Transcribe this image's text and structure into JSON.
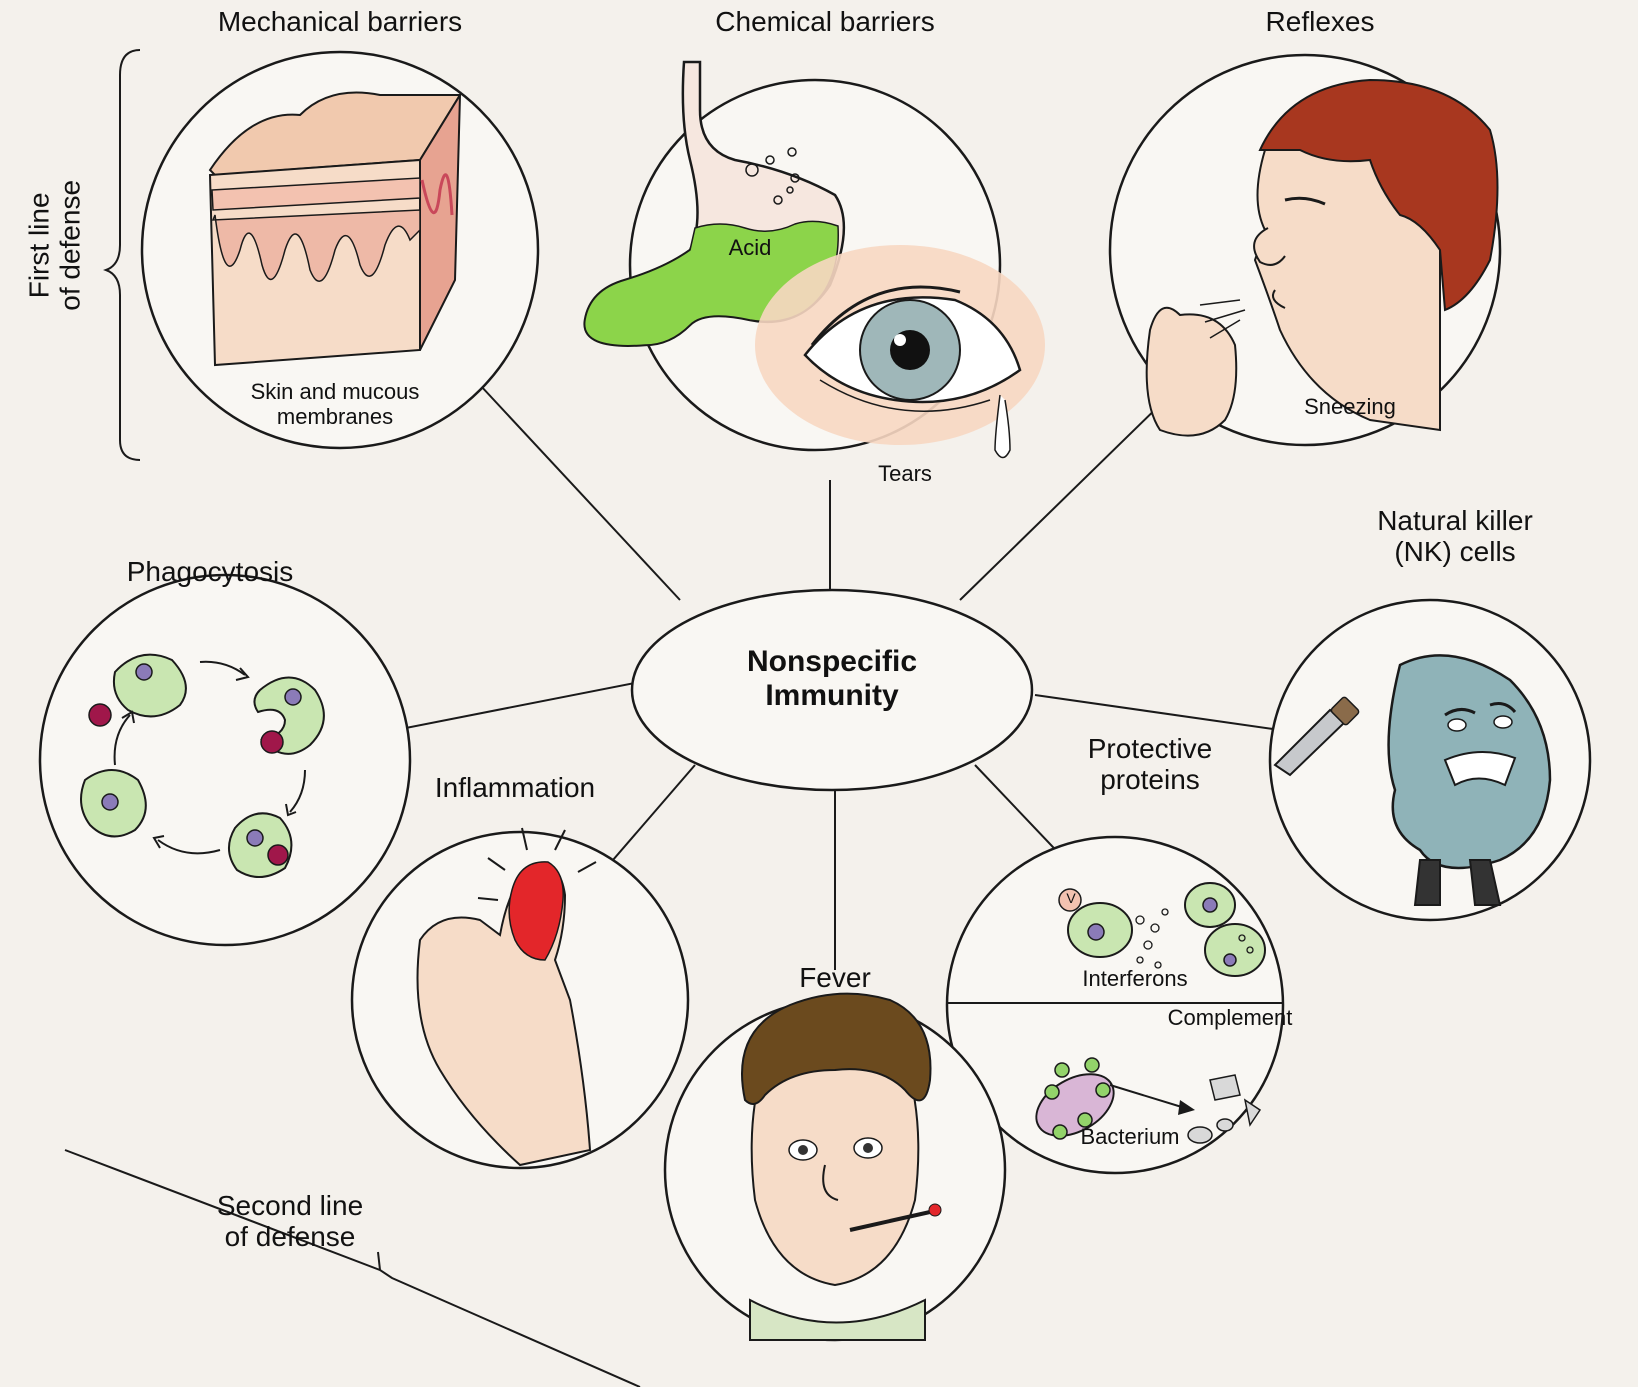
{
  "center": {
    "line1": "Nonspecific",
    "line2": "Immunity"
  },
  "first_line": {
    "line1": "First line",
    "line2": "of defense"
  },
  "second_line": {
    "line1": "Second line",
    "line2": "of defense"
  },
  "mechanical": {
    "title": "Mechanical barriers",
    "caption_line1": "Skin and mucous",
    "caption_line2": "membranes"
  },
  "chemical": {
    "title": "Chemical barriers",
    "acid": "Acid",
    "tears": "Tears"
  },
  "reflexes": {
    "title": "Reflexes",
    "caption": "Sneezing"
  },
  "phagocytosis": {
    "title": "Phagocytosis"
  },
  "nk_cells": {
    "title_line1": "Natural killer",
    "title_line2": "(NK) cells"
  },
  "inflammation": {
    "title": "Inflammation"
  },
  "protective_proteins": {
    "title_line1": "Protective",
    "title_line2": "proteins",
    "interferons": "Interferons",
    "complement": "Complement",
    "bacterium": "Bacterium",
    "virus_mark": "V"
  },
  "fever": {
    "title": "Fever"
  },
  "colors": {
    "outline": "#1a1a1a",
    "cell_green": "#c9e6b1",
    "nucleus_purple": "#8b7bb8",
    "particle_red": "#a0174a",
    "acid_green": "#8cd44a",
    "skin": "#f1c9ae",
    "hair_red": "#a8371f",
    "hair_brown": "#6b4a1e",
    "nk_blue": "#8fb3b8"
  }
}
